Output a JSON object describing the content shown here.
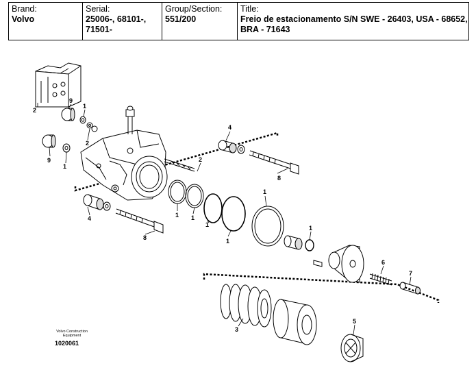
{
  "header": {
    "brand_label": "Brand:",
    "brand_value": "Volvo",
    "serial_label": "Serial:",
    "serial_value_line1": "25006-, 68101-,",
    "serial_value_line2": "71501-",
    "group_label": "Group/Section:",
    "group_value": "551/200",
    "title_label": "Title:",
    "title_value_line1": "Freio de estacionamento S/N SWE - 26403, USA - 68652,",
    "title_value_line2": "BRA - 71643"
  },
  "callouts": {
    "c2_plate": "2",
    "c9_top": "9",
    "c1_top": "1",
    "c2_mid": "2",
    "c9_left": "9",
    "c1_left": "1",
    "c4_top": "4",
    "c2_bolt": "2",
    "c8_top": "8",
    "c4_bottom": "4",
    "c8_bottom": "8",
    "c1_ring_a": "1",
    "c1_ring_b": "1",
    "c1_oring_a": "1",
    "c1_oring_b": "1",
    "c1_ring_big": "1",
    "c1_small": "1",
    "c6": "6",
    "c7": "7",
    "c3": "3",
    "c5": "5"
  },
  "logo": {
    "line1": "Volvo Construction",
    "line2": "Equipment"
  },
  "drawing_number": "1020061"
}
